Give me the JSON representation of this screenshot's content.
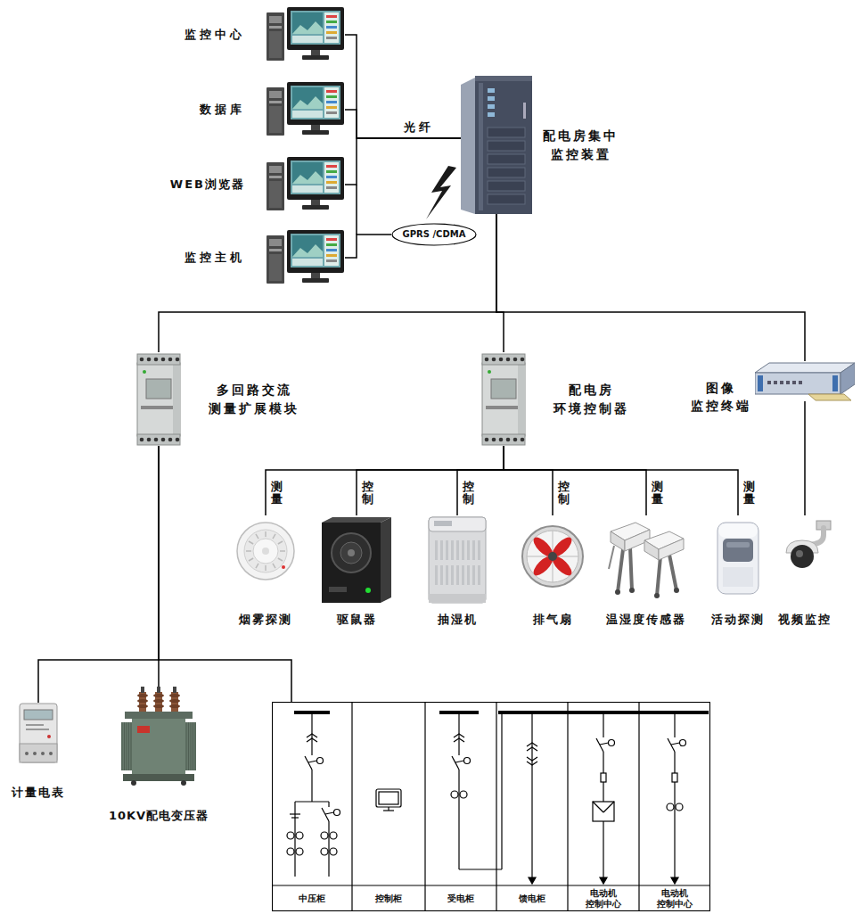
{
  "diagram": {
    "nodes": [
      {
        "text": [
          "监控中心"
        ]
      },
      {
        "text": [
          "数据库"
        ]
      },
      {
        "text": [
          "WEB浏览器"
        ]
      },
      {
        "text": [
          "监控主机"
        ]
      },
      {
        "text": [
          "配电房集中 监控装置"
        ]
      },
      {
        "text": [
          "GPRS /CDMA"
        ]
      },
      {
        "text": [
          "多回路交流 测量扩展模块"
        ]
      },
      {
        "text": [
          "配电房 环境控制器"
        ]
      },
      {
        "text": [
          "图像 监控终端"
        ]
      },
      {
        "text": [
          "烟雾探测"
        ]
      },
      {
        "text": [
          "驱鼠器"
        ]
      },
      {
        "text": [
          "抽湿机"
        ]
      },
      {
        "text": [
          "排气扇"
        ]
      },
      {
        "text": [
          "温湿度传感器"
        ]
      },
      {
        "text": [
          "活动探测"
        ]
      },
      {
        "text": [
          "视频监控"
        ]
      },
      {
        "text": [
          "计量电表"
        ]
      },
      {
        "text": [
          "10KV配电变压器"
        ]
      },
      {
        "text": [
          "中压柜",
          "控制柜",
          "受电柜",
          "馈电柜",
          "电动机 控制中心",
          "电动机 控制中心"
        ]
      }
    ],
    "edges": [
      {
        "from": 0,
        "to": 4,
        "arrow": "none"
      },
      {
        "from": 1,
        "to": 4,
        "arrow": "none"
      },
      {
        "from": 2,
        "to": 4,
        "arrow": "none"
      },
      {
        "from": 3,
        "to": 5,
        "arrow": "none"
      },
      {
        "from": 4,
        "to": 6,
        "arrow": "none"
      },
      {
        "from": 4,
        "to": 7,
        "arrow": "none"
      },
      {
        "from": 4,
        "to": 8,
        "arrow": "none"
      },
      {
        "from": 7,
        "to": 9,
        "label": "测量",
        "arrow": "none"
      },
      {
        "from": 7,
        "to": 10,
        "label": "控制",
        "arrow": "none"
      },
      {
        "from": 7,
        "to": 11,
        "label": "控制",
        "arrow": "none"
      },
      {
        "from": 7,
        "to": 12,
        "label": "控制",
        "arrow": "none"
      },
      {
        "from": 7,
        "to": 13,
        "label": "测量",
        "arrow": "none"
      },
      {
        "from": 7,
        "to": 14,
        "label": "测量",
        "arrow": "none"
      },
      {
        "from": 8,
        "to": 15,
        "arrow": "none"
      },
      {
        "from": 6,
        "to": 16,
        "arrow": "none"
      },
      {
        "from": 6,
        "to": 17,
        "arrow": "none"
      },
      {
        "from": 6,
        "to": 18,
        "arrow": "none"
      }
    ],
    "labels": [
      "光纤"
    ]
  }
}
